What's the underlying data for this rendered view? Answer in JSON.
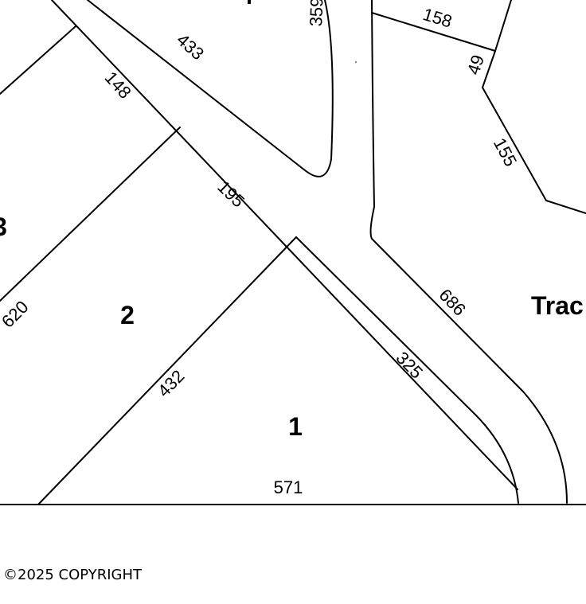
{
  "plat": {
    "dimensions": {
      "d433": "433",
      "d359": "359",
      "d158": "158",
      "d49": "49",
      "d148": "148",
      "d155": "155",
      "d195": "195",
      "d686": "686",
      "d620": "620",
      "d432": "432",
      "d325": "325",
      "d571": "571"
    },
    "lots": {
      "lot_3": "3",
      "lot_2": "2",
      "lot_1": "1",
      "tract": "Trac"
    }
  },
  "footer": {
    "copyright": "©2025 COPYRIGHT"
  }
}
